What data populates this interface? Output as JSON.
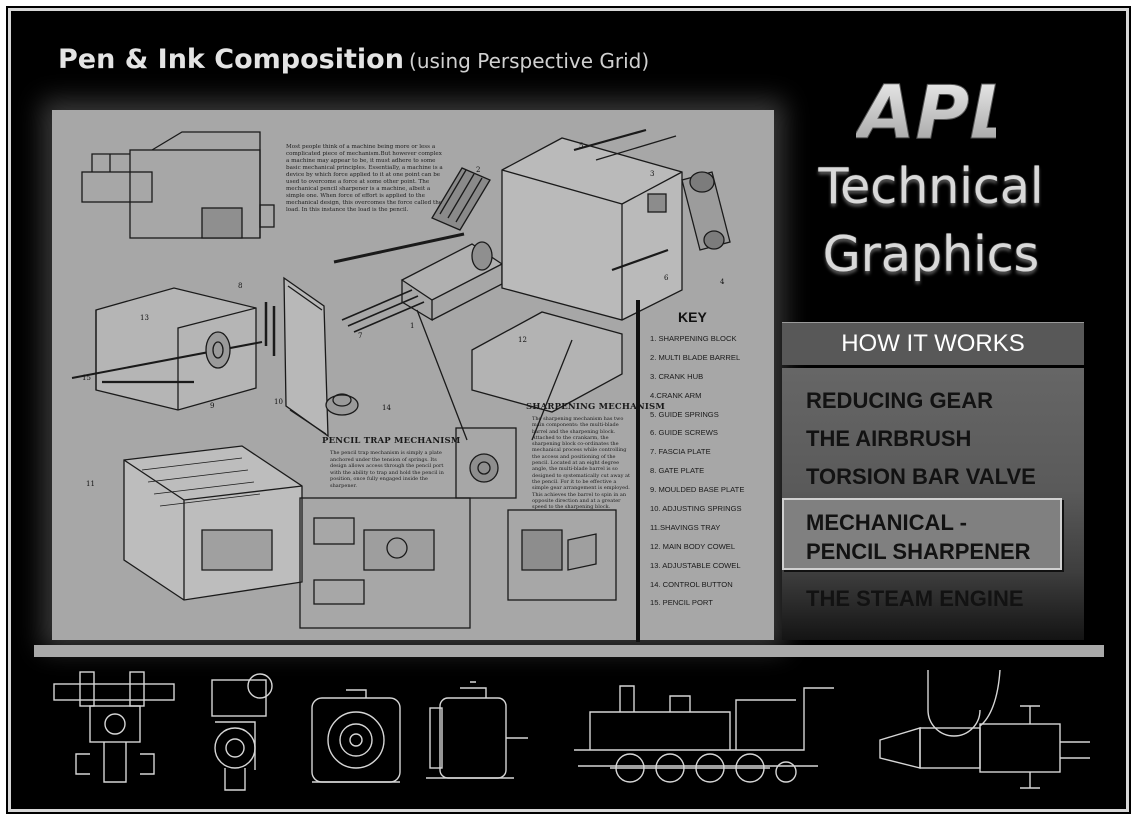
{
  "header": {
    "title_main": "Pen & Ink Composition",
    "title_sub": "(using Perspective Grid)"
  },
  "logo": {
    "letters": "APL",
    "line1": "Technical",
    "line2": "Graphics"
  },
  "nav": {
    "heading": "HOW IT WORKS",
    "items": [
      {
        "label": "REDUCING GEAR"
      },
      {
        "label": "THE AIRBRUSH"
      },
      {
        "label": "TORSION BAR VALVE"
      },
      {
        "label_line1": "MECHANICAL -",
        "label_line2": "PENCIL SHARPENER",
        "selected": true
      },
      {
        "label": "THE STEAM ENGINE"
      }
    ]
  },
  "poster": {
    "intro_text": "Most people think of a machine being more or less a complicated piece of mechanism.But however complex a machine may appear to be, it must adhere to some basic mechanical principles. Essentially, a machine is a device by which force applied to it at one point can be used to overcome a force at some other point. The mechanical pencil sharpener is a machine, albeit a simple one. When force of effort is applied to the mechanical design, this overcomes the force called the load. In this instance the load is the pencil.",
    "pencil_trap_title": "PENCIL TRAP MECHANISM",
    "pencil_trap_text": "The pencil trap mechanism is simply a plate anchored under the tension of springs. Its design allows access through the pencil port with the ability to trap and hold the pencil in position, once fully engaged inside the sharpener.",
    "sharpening_title": "SHARPENING MECHANISM",
    "sharpening_text": "The sharpening mechanism has two main components: the multi-blade barrel and the sharpening block. Attached to the crankarm, the sharpening block co-ordinates the mechanical process while controlling the access and positioning of the pencil. Located at an eight degree angle, the multi-blade barrel is so designed to systematically cut away at the pencil. For it to be effective a simple gear arrangement is employed. This achieves the barrel to spin in an opposite direction and at a greater speed to the sharpening block.",
    "callout_numbers": [
      "1",
      "2",
      "3",
      "4",
      "5",
      "6",
      "7",
      "8",
      "9",
      "10",
      "11",
      "12",
      "13",
      "14",
      "15"
    ],
    "key_title": "KEY",
    "key_items": [
      "1. SHARPENING BLOCK",
      "2. MULTI BLADE BARREL",
      "3. CRANK HUB",
      "4.CRANK ARM",
      "5. GUIDE SPRINGS",
      "6. GUIDE SCREWS",
      "7. FASCIA PLATE",
      "8. GATE PLATE",
      "9. MOULDED BASE PLATE",
      "10. ADJUSTING SPRINGS",
      "11.SHAVINGS TRAY",
      "12. MAIN BODY COWEL",
      "13. ADJUSTABLE COWEL",
      "14. CONTROL BUTTON",
      "15. PENCIL PORT"
    ]
  },
  "footer": {
    "thumbnails": [
      "reducing-gear-drawing",
      "airbrush-motor-drawing",
      "steam-engine-drawing",
      "torsion-valve-drawing"
    ]
  },
  "colors": {
    "background": "#000000",
    "poster": "#a7a7a7",
    "menu_text": "#121212",
    "selected_item": "#808080",
    "logo_text": "#d9d9d9"
  }
}
